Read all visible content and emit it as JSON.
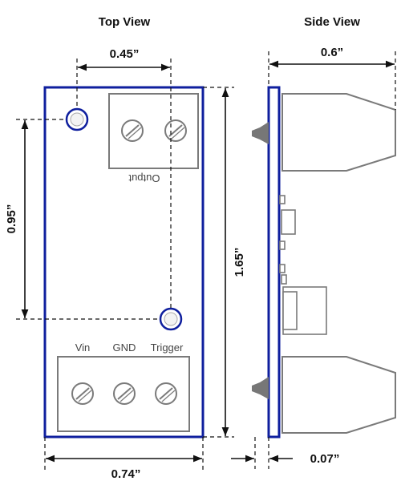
{
  "views": {
    "top_title": "Top View",
    "side_title": "Side View"
  },
  "top_view": {
    "connector_top_label": "Output",
    "connector_bottom_labels": [
      "Vin",
      "GND",
      "Trigger"
    ]
  },
  "dimensions": {
    "hole_spacing_horizontal": "0.45”",
    "hole_spacing_vertical": "0.95”",
    "board_height": "1.65”",
    "board_width": "0.74”",
    "side_depth": "0.6”",
    "board_thickness": "0.07”"
  },
  "colors": {
    "board_outline": "#0f1f9e",
    "component_gray": "#7a7a7a",
    "dimension_line": "#111111"
  }
}
